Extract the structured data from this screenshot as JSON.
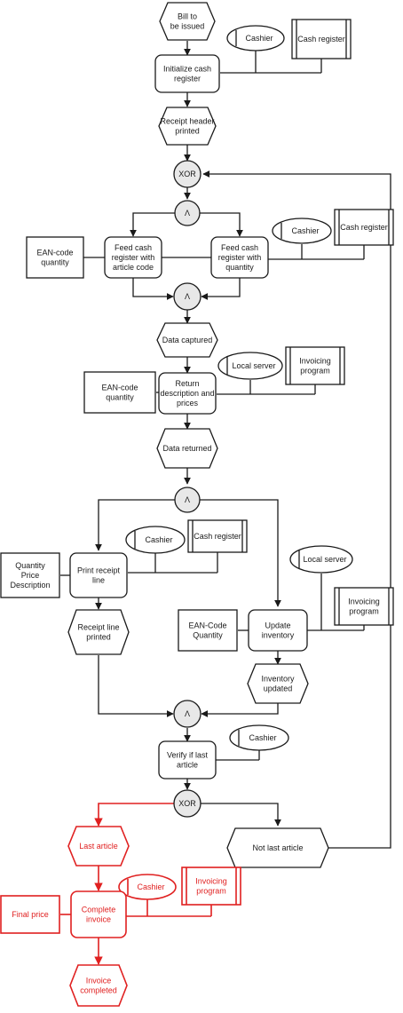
{
  "colors": {
    "normal": "#1a1a1a",
    "highlight": "#e02020",
    "fill": "#ffffff",
    "connector_fill": "#e8e8e8"
  },
  "nodes": {
    "ev_bill": [
      "Bill to",
      "be issued"
    ],
    "org_cashier_1": [
      "Cashier"
    ],
    "sys_cashreg_1": [
      "Cash register"
    ],
    "fn_init": [
      "Initialize cash",
      "register"
    ],
    "ev_header": [
      "Receipt header",
      "printed"
    ],
    "xor_1": [
      "XOR"
    ],
    "and_1": [
      "Λ"
    ],
    "info_ean_1": [
      "EAN-code",
      "quantity"
    ],
    "fn_feed_article": [
      "Feed cash",
      "register with",
      "article code"
    ],
    "fn_feed_qty": [
      "Feed cash",
      "register with",
      "quantity"
    ],
    "org_cashier_2": [
      "Cashier"
    ],
    "sys_cashreg_2": [
      "Cash register"
    ],
    "and_2": [
      "Λ"
    ],
    "ev_captured": [
      "Data captured"
    ],
    "org_localserver_1": [
      "Local server"
    ],
    "sys_invoicing_1": [
      "Invoicing",
      "program"
    ],
    "info_ean_2": [
      "EAN-code",
      "quantity"
    ],
    "fn_return": [
      "Return",
      "description and",
      "prices"
    ],
    "ev_returned": [
      "Data returned"
    ],
    "and_3": [
      "Λ"
    ],
    "org_cashier_3": [
      "Cashier"
    ],
    "sys_cashreg_3": [
      "Cash register"
    ],
    "info_qpd": [
      "Quantity",
      "Price",
      "Description"
    ],
    "fn_print_line": [
      "Print receipt",
      "line"
    ],
    "org_localserver_2": [
      "Local server"
    ],
    "sys_invoicing_2": [
      "Invoicing",
      "program"
    ],
    "ev_line_printed": [
      "Receipt line",
      "printed"
    ],
    "info_ean_3": [
      "EAN-Code",
      "Quantity"
    ],
    "fn_update_inv": [
      "Update",
      "inventory"
    ],
    "ev_inv_updated": [
      "Inventory",
      "updated"
    ],
    "and_4": [
      "Λ"
    ],
    "fn_verify": [
      "Verify if last",
      "article"
    ],
    "org_cashier_4": [
      "Cashier"
    ],
    "xor_2": [
      "XOR"
    ],
    "ev_last": [
      "Last article"
    ],
    "ev_not_last": [
      "Not last article"
    ],
    "org_cashier_5": [
      "Cashier"
    ],
    "sys_invoicing_3": [
      "Invoicing",
      "program"
    ],
    "info_final_price": [
      "Final price"
    ],
    "fn_complete": [
      "Complete",
      "invoice"
    ],
    "ev_completed": [
      "Invoice",
      "completed"
    ]
  }
}
